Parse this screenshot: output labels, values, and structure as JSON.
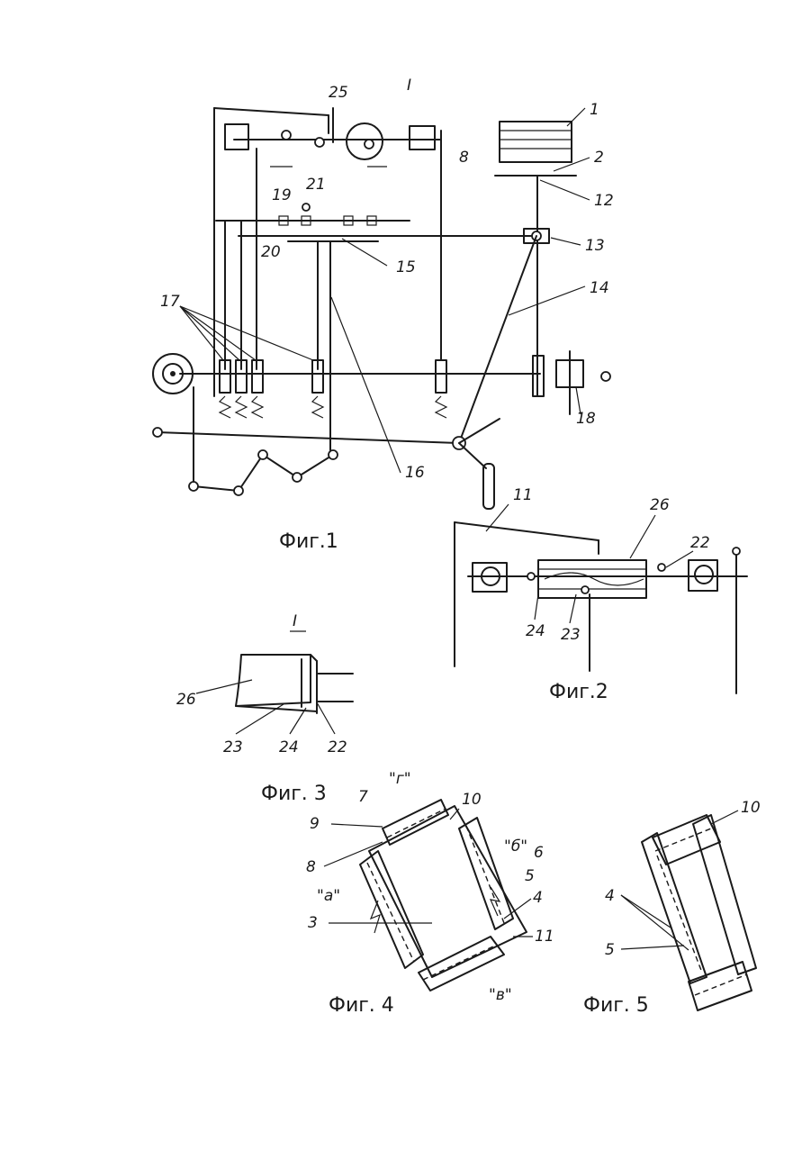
{
  "callout_labels": [
    "1",
    "2",
    "12",
    "13",
    "14",
    "8",
    "25",
    "I",
    "19",
    "21",
    "20",
    "15",
    "17",
    "16",
    "18"
  ],
  "figure_captions": {
    "fig1": "Фиг.1",
    "fig2": "Фиг.2",
    "fig3": "Фиг. 3",
    "fig4": "Фиг. 4",
    "fig5": "Фиг. 5"
  },
  "fig2_labels": [
    "11",
    "26",
    "22",
    "24",
    "23"
  ],
  "fig3_labels": [
    "I",
    "26",
    "23",
    "24",
    "22"
  ],
  "fig4_labels": [
    "7",
    "\"г\"",
    "10",
    "9",
    "\"б\"",
    "6",
    "8",
    "5",
    "\"а\"",
    "4",
    "3",
    "11",
    "\"в\""
  ],
  "fig5_labels": [
    "10",
    "4",
    "5"
  ],
  "colors": {
    "ink": "#1a1a1a",
    "paper": "#ffffff"
  }
}
